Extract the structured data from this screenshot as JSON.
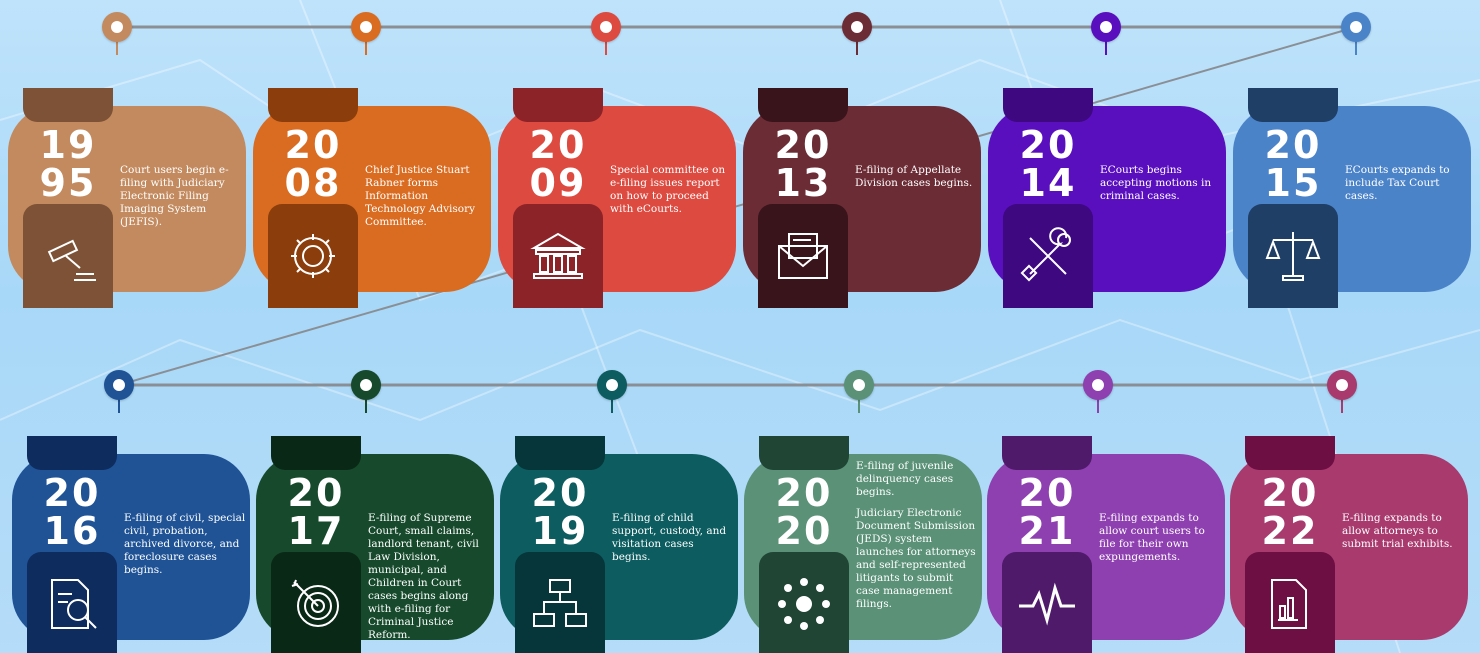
{
  "colors": {
    "line": "#8a8f95",
    "text": "#ffffff"
  },
  "milestones": [
    {
      "year_top": "19",
      "year_bottom": "95",
      "desc": [
        "Court users begin e-filing with Judiciary Electronic Filing Imaging System (JEFIS)."
      ],
      "icon": "gavel-icon",
      "color_light": "#c28a5e",
      "color_dark": "#7d5236"
    },
    {
      "year_top": "20",
      "year_bottom": "08",
      "desc": [
        "Chief Justice Stuart Rabner forms Information Technology Advisory Committee."
      ],
      "icon": "gear-icon",
      "color_light": "#d96c21",
      "color_dark": "#8b3e0c"
    },
    {
      "year_top": "20",
      "year_bottom": "09",
      "desc": [
        "Special committee on e-filing issues report on how to proceed with eCourts."
      ],
      "icon": "courthouse-icon",
      "color_light": "#dc4a40",
      "color_dark": "#8c2328"
    },
    {
      "year_top": "20",
      "year_bottom": "13",
      "desc": [
        "E-filing of Appellate Division cases begins."
      ],
      "icon": "envelope-icon",
      "color_light": "#6b2c35",
      "color_dark": "#3a141b"
    },
    {
      "year_top": "20",
      "year_bottom": "14",
      "desc": [
        "ECourts begins accepting motions in criminal cases."
      ],
      "icon": "tools-icon",
      "color_light": "#5a0fbf",
      "color_dark": "#3d0880"
    },
    {
      "year_top": "20",
      "year_bottom": "15",
      "desc": [
        "ECourts expands to include Tax Court cases."
      ],
      "icon": "scales-icon",
      "color_light": "#4b83c9",
      "color_dark": "#1f3f66"
    },
    {
      "year_top": "20",
      "year_bottom": "16",
      "desc": [
        "E-filing of civil, special civil, probation, archived divorce, and foreclosure cases begins."
      ],
      "icon": "document-search-icon",
      "color_light": "#1f5396",
      "color_dark": "#0f2c5e"
    },
    {
      "year_top": "20",
      "year_bottom": "17",
      "desc": [
        "E-filing of Supreme Court, small claims, landlord tenant, civil Law Division, municipal, and Children in Court cases begins along with e-filing for Criminal Justice Reform."
      ],
      "icon": "target-icon",
      "color_light": "#174a2c",
      "color_dark": "#0a2816"
    },
    {
      "year_top": "20",
      "year_bottom": "19",
      "desc": [
        "E-filing of child support, custody, and visitation cases begins."
      ],
      "icon": "flowchart-icon",
      "color_light": "#0c5c60",
      "color_dark": "#063639"
    },
    {
      "year_top": "20",
      "year_bottom": "20",
      "desc": [
        "E-filing of juvenile delinquency cases begins.",
        "Judiciary Electronic Document Submission (JEDS) system launches for attorneys and self-represented litigants to submit case management filings."
      ],
      "icon": "network-icon",
      "color_light": "#5a9177",
      "color_dark": "#214534"
    },
    {
      "year_top": "20",
      "year_bottom": "21",
      "desc": [
        "E-filing expands to allow court users to file for their own expungements."
      ],
      "icon": "pulse-icon",
      "color_light": "#8e3fb0",
      "color_dark": "#4f1a6a"
    },
    {
      "year_top": "20",
      "year_bottom": "22",
      "desc": [
        "E-filing expands to allow attorneys to submit trial exhibits."
      ],
      "icon": "report-icon",
      "color_light": "#a83a6e",
      "color_dark": "#6d0f43"
    }
  ]
}
